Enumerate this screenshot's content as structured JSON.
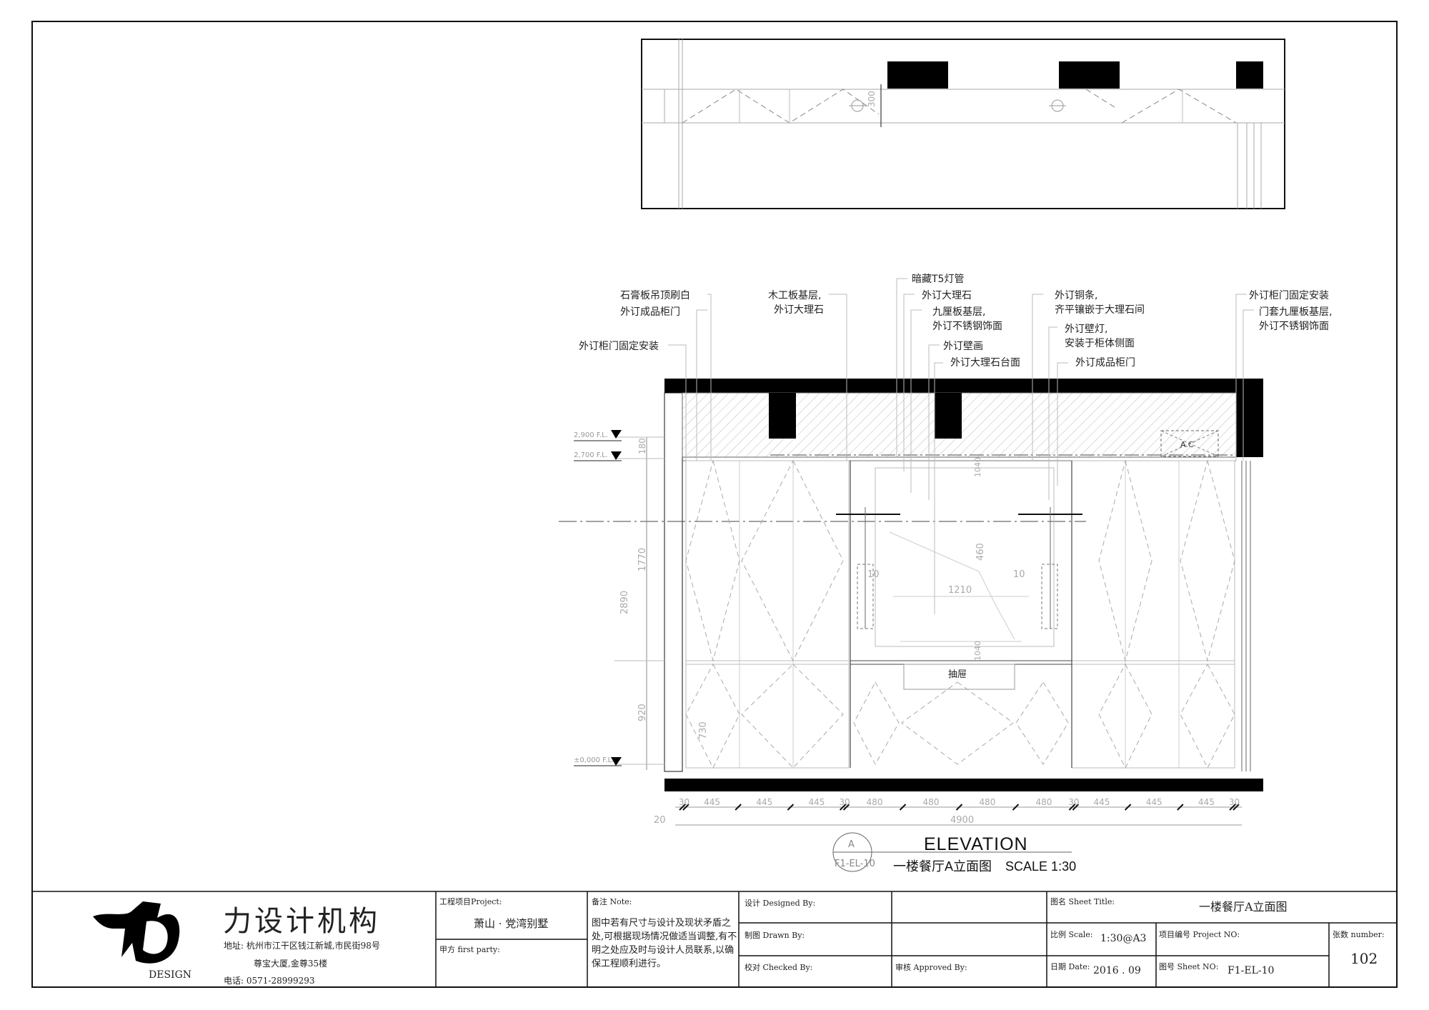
{
  "callouts": {
    "gypsum_ceiling": "石膏板吊顶刷白",
    "finished_door_left": "外订成品柜门",
    "cabinet_door_fixed_left": "外订柜门固定安装",
    "wood_base_line1": "木工板基层,",
    "wood_base_line2": "外订大理石",
    "t5_light": "暗藏T5灯管",
    "marble": "外订大理石",
    "ply_base_line1": "九厘板基层,",
    "ply_base_line2": "外订不锈钢饰面",
    "mural": "外订壁画",
    "marble_counter": "外订大理石台面",
    "copper_strip_line1": "外订铜条,",
    "copper_strip_line2": "齐平镶嵌于大理石间",
    "wall_lamp_line1": "外订壁灯,",
    "wall_lamp_line2": "安装于柜体侧面",
    "finished_door_right": "外订成品柜门",
    "cabinet_door_fixed_right": "外订柜门固定安装",
    "door_ply_line1": "门套九厘板基层,",
    "door_ply_line2": "外订不锈钢饰面",
    "drawer": "抽屉",
    "ac": "A.C"
  },
  "levels": {
    "ceiling": "2,900 F.L.",
    "soffit": "2,700 F.L.",
    "floor": "±0,000 F.L."
  },
  "dimensions": {
    "vertical_total": "2890",
    "vertical_upper": "1770",
    "vertical_lower": "920",
    "vertical_top": "180",
    "drawer_h": "730",
    "mid_1210": "1210",
    "mid_460": "460",
    "left_10": "10",
    "right_10": "10",
    "top_300": "300",
    "small_1040": "1040",
    "small_1040b": "1040",
    "bottom_segments": [
      "30",
      "445",
      "445",
      "445",
      "30",
      "480",
      "480",
      "480",
      "480",
      "30",
      "445",
      "445",
      "445",
      "30"
    ],
    "bottom_total": "4900",
    "bottom_20": "20"
  },
  "drawing_title": {
    "title": "ELEVATION",
    "subtitle_cn": "一楼餐厅A立面图",
    "scale": "SCALE  1:30",
    "marker_top": "A",
    "marker_bottom": "F1-EL-10"
  },
  "title_block": {
    "firm_name": "力设计机构",
    "firm_design": "DESIGN",
    "address_line1": "地址: 杭州市江干区钱江新城,市民街98号",
    "address_line2": "尊宝大厦,金尊35楼",
    "phone": "电话: 0571-28999293",
    "project_label": "工程项目Project:",
    "project_value": "萧山 · 党湾别墅",
    "party_label": "甲方 first party:",
    "note_label": "备注 Note:",
    "note_text": "图中若有尺寸与设计及现状矛盾之处,可根据现场情况做适当调整,有不明之处应及时与设计人员联系,以确保工程顺利进行。",
    "designed_label": "设计 Designed By:",
    "drawn_label": "制图 Drawn By:",
    "checked_label": "校对 Checked By:",
    "approved_label": "审核 Approved By:",
    "sheet_title_label": "图名 Sheet Title:",
    "sheet_title_value": "一楼餐厅A立面图",
    "scale_label": "比例 Scale:",
    "scale_value": "1:30@A3",
    "project_no_label": "项目编号 Project NO:",
    "project_no_value": "",
    "sheets_label": "张数 number:",
    "sheets_value": "102",
    "date_label": "日期 Date:",
    "date_value": "2016 . 09",
    "sheet_no_label": "图号 Sheet NO:",
    "sheet_no_value": "F1-EL-10"
  }
}
